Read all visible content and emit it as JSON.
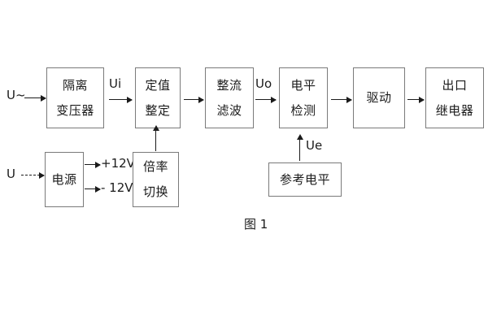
{
  "diagram": {
    "caption": "图 1",
    "inputs": {
      "ac_source": "U~",
      "dc_source": "U"
    },
    "blocks": [
      {
        "id": "isolation-transformer",
        "line1": "隔离",
        "line2": "变压器"
      },
      {
        "id": "setting-value",
        "line1": "定值",
        "line2": "整定"
      },
      {
        "id": "rectify-filter",
        "line1": "整流",
        "line2": "滤波"
      },
      {
        "id": "level-detection",
        "line1": "电平",
        "line2": "检测"
      },
      {
        "id": "drive",
        "line1": "驱动",
        "line2": ""
      },
      {
        "id": "output-relay",
        "line1": "出口",
        "line2": "继电器"
      },
      {
        "id": "power-supply",
        "line1": "电源",
        "line2": ""
      },
      {
        "id": "multiplier-switch",
        "line1": "倍率",
        "line2": "切换"
      },
      {
        "id": "reference-level",
        "line1": "参考电平",
        "line2": ""
      }
    ],
    "signals": {
      "ui": "Ui",
      "uo": "Uo",
      "ue": "Ue",
      "positive_rail": "+12V",
      "negative_rail": "- 12V"
    },
    "colors": {
      "box_border": "#7a7a7a",
      "arrow": "#1b1b1b",
      "text": "#1b1b1b",
      "background": "#ffffff"
    }
  }
}
